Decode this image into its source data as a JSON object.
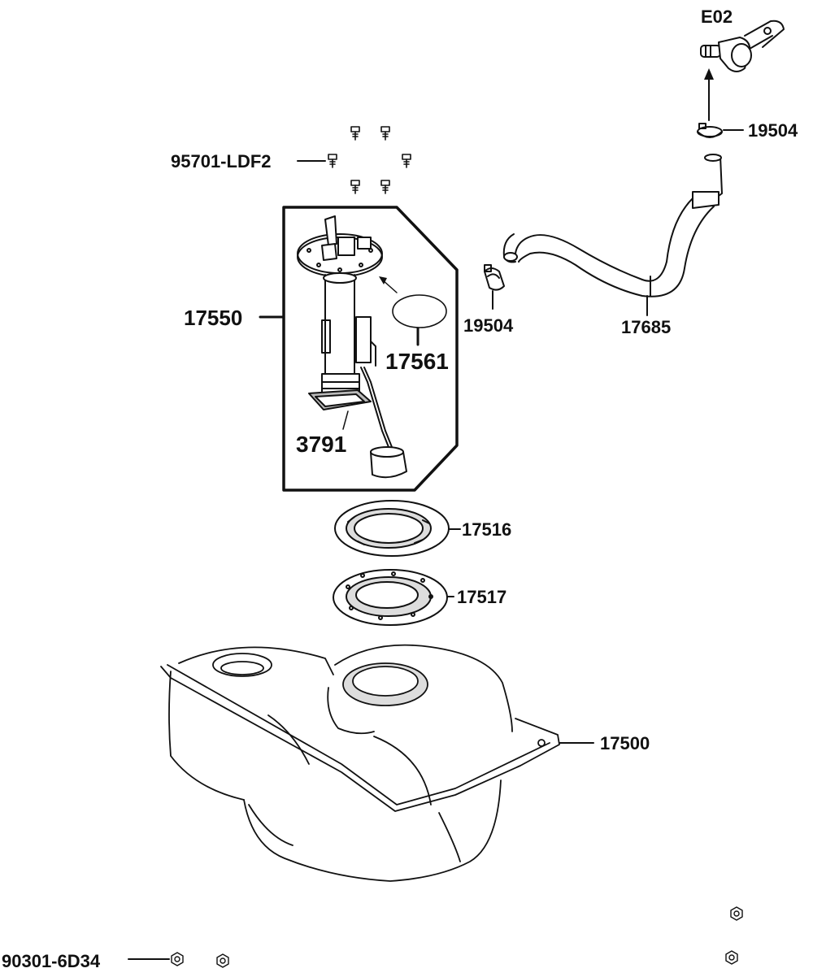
{
  "labels": {
    "e02": "E02",
    "clamp_top": "19504",
    "bolt": "95701-LDF2",
    "pump_assy": "17550",
    "gasket_filter": "17561",
    "strainer": "3791",
    "clamp_mid": "19504",
    "hose": "17685",
    "packing": "17516",
    "ring": "17517",
    "tank": "17500",
    "nut": "90301-6D34"
  },
  "colors": {
    "ink": "#111111",
    "background": "#ffffff",
    "shade": "#d9d9d9"
  }
}
